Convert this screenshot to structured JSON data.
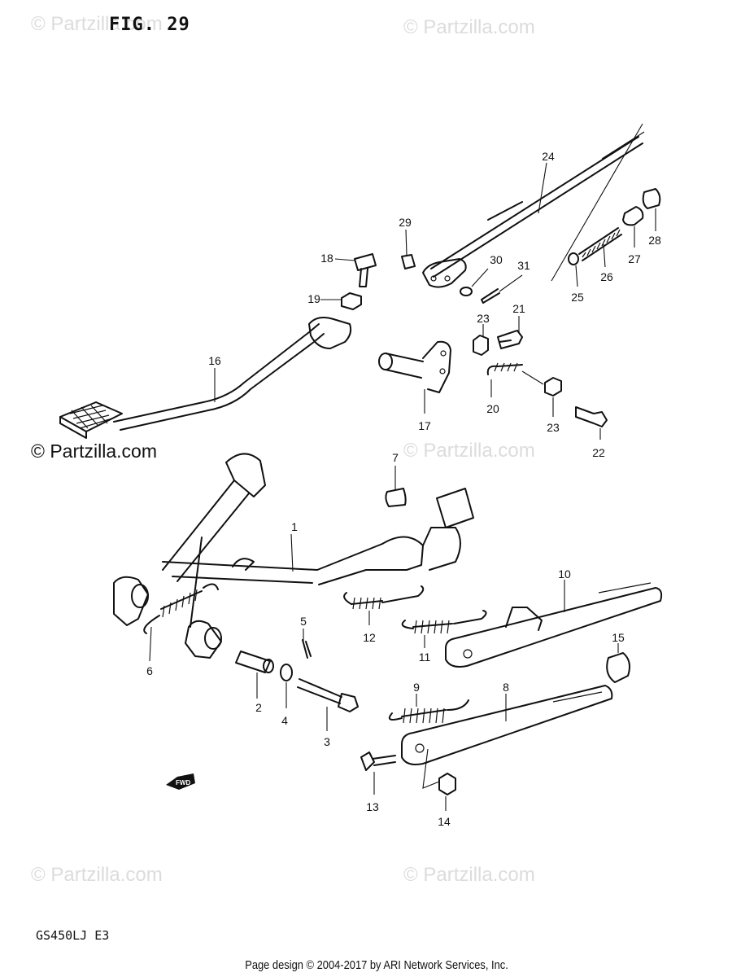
{
  "figure": {
    "title": "FIG. 29"
  },
  "watermarks": {
    "top_left": "© Partzilla.com",
    "top_right": "© Partzilla.com",
    "mid_left": "© Partzilla.com",
    "mid_right": "© Partzilla.com",
    "bottom_left": "© Partzilla.com",
    "bottom_right": "© Partzilla.com"
  },
  "model_code": "GS450LJ  E3",
  "footer": "Page design © 2004-2017 by ARI Network Services, Inc.",
  "fwd_marker": "FWD",
  "callouts": {
    "c1": "1",
    "c2": "2",
    "c3": "3",
    "c4": "4",
    "c5": "5",
    "c6": "6",
    "c7": "7",
    "c8": "8",
    "c9": "9",
    "c10": "10",
    "c11": "11",
    "c12": "12",
    "c13": "13",
    "c14": "14",
    "c15": "15",
    "c16": "16",
    "c17": "17",
    "c18": "18",
    "c19": "19",
    "c20": "20",
    "c21": "21",
    "c22": "22",
    "c23a": "23",
    "c23b": "23",
    "c24": "24",
    "c25": "25",
    "c26": "26",
    "c27": "27",
    "c28": "28",
    "c29": "29",
    "c30": "30",
    "c31": "31"
  }
}
